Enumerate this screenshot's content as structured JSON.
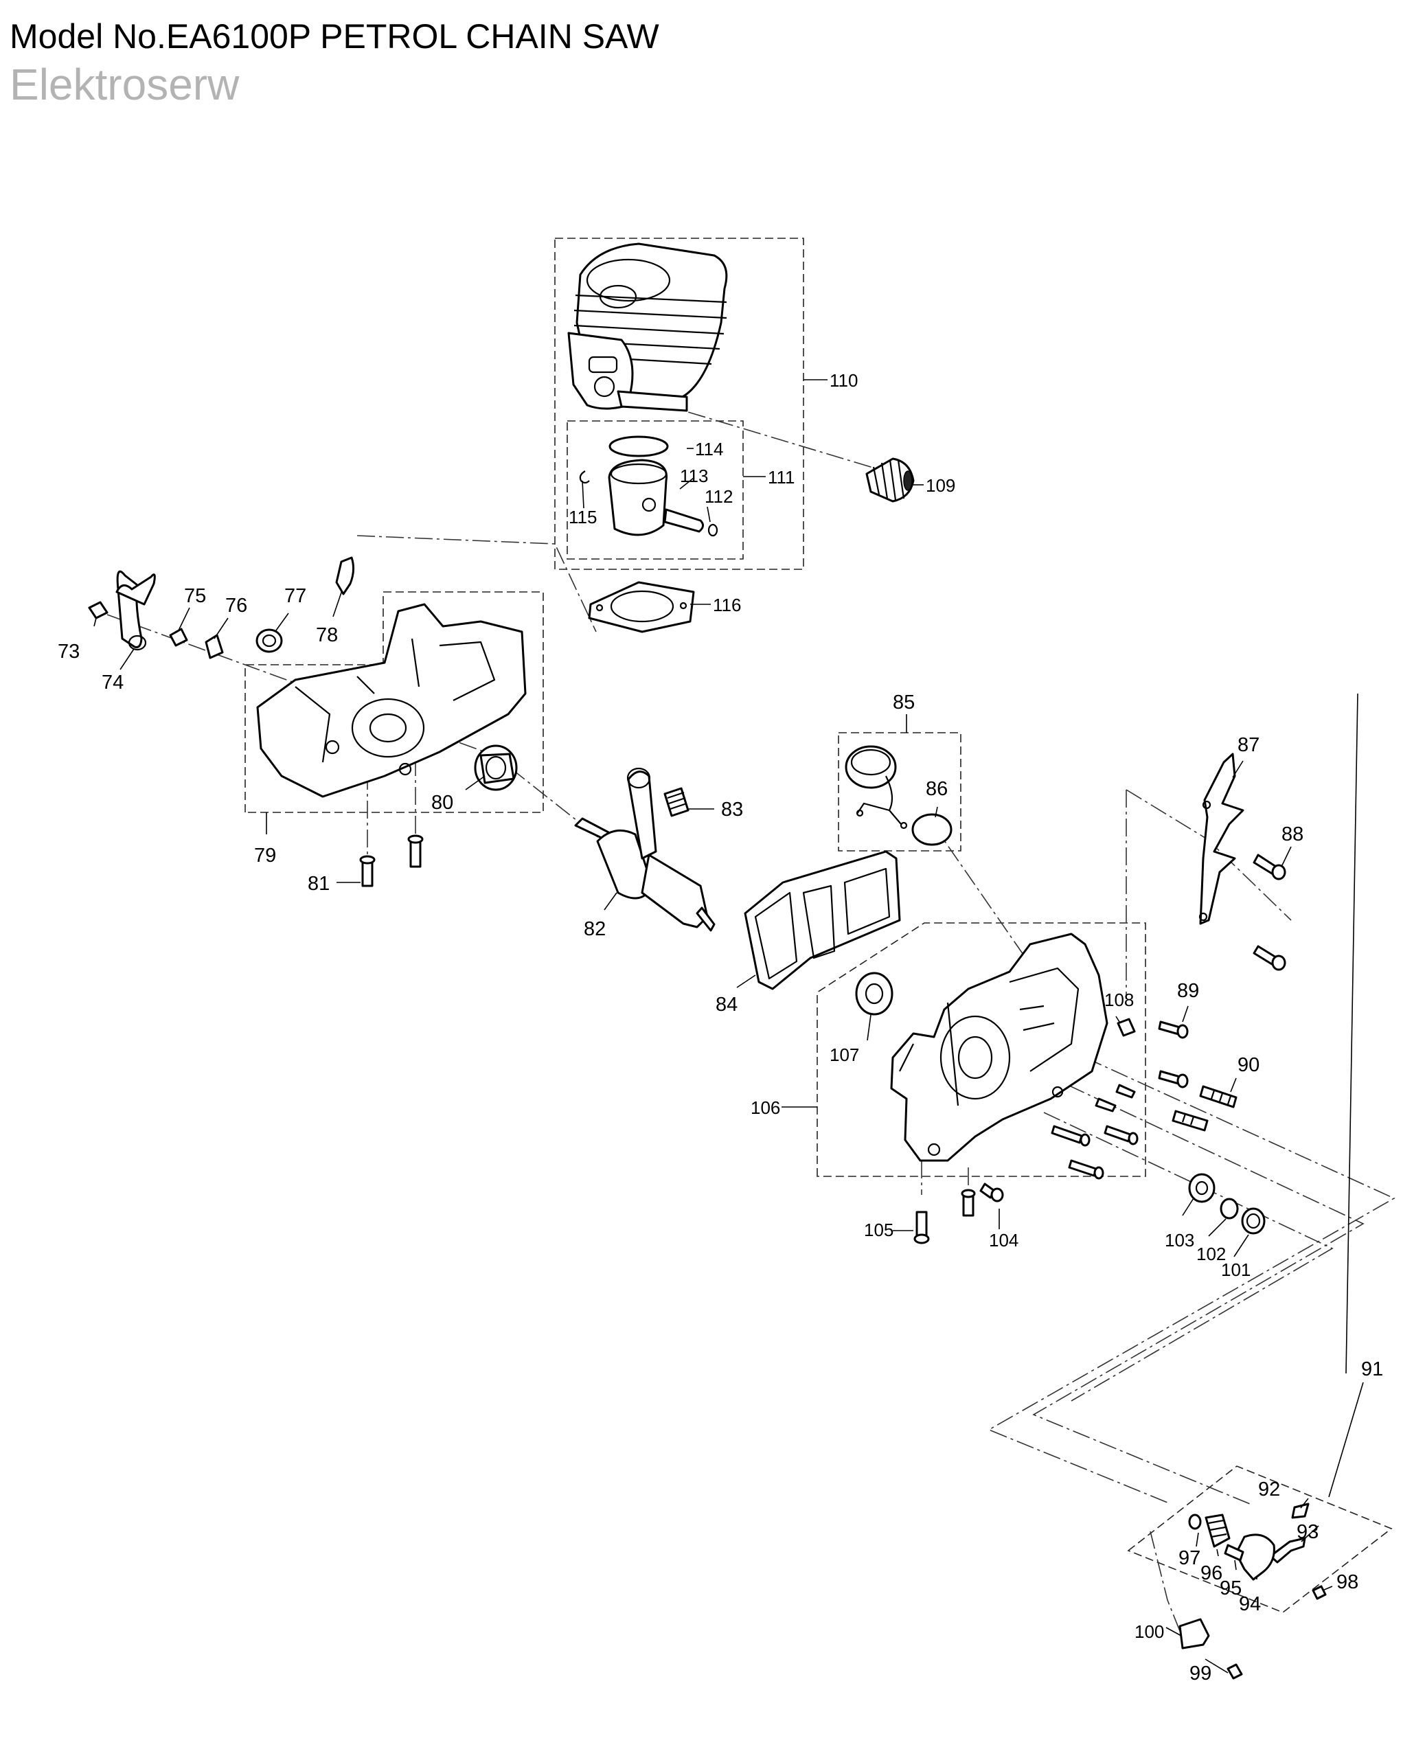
{
  "header": {
    "title": "Model No.EA6100P PETROL CHAIN SAW",
    "watermark": "Elektroserw"
  },
  "diagram": {
    "part_labels": {
      "p73": "73",
      "p74": "74",
      "p75": "75",
      "p76": "76",
      "p77": "77",
      "p78": "78",
      "p79": "79",
      "p80": "80",
      "p81": "81",
      "p82": "82",
      "p83": "83",
      "p84": "84",
      "p85": "85",
      "p86": "86",
      "p87": "87",
      "p88": "88",
      "p89": "89",
      "p90": "90",
      "p91": "91",
      "p92": "92",
      "p93": "93",
      "p94": "94",
      "p95": "95",
      "p96": "96",
      "p97": "97",
      "p98": "98",
      "p99": "99",
      "p100": "100",
      "p101": "101",
      "p102": "102",
      "p103": "103",
      "p104": "104",
      "p105": "105",
      "p106": "106",
      "p107": "107",
      "p108": "108",
      "p109": "109",
      "p110": "110",
      "p111": "111",
      "p112": "112",
      "p113": "113",
      "p114": "114",
      "p115": "115",
      "p116": "116"
    }
  }
}
